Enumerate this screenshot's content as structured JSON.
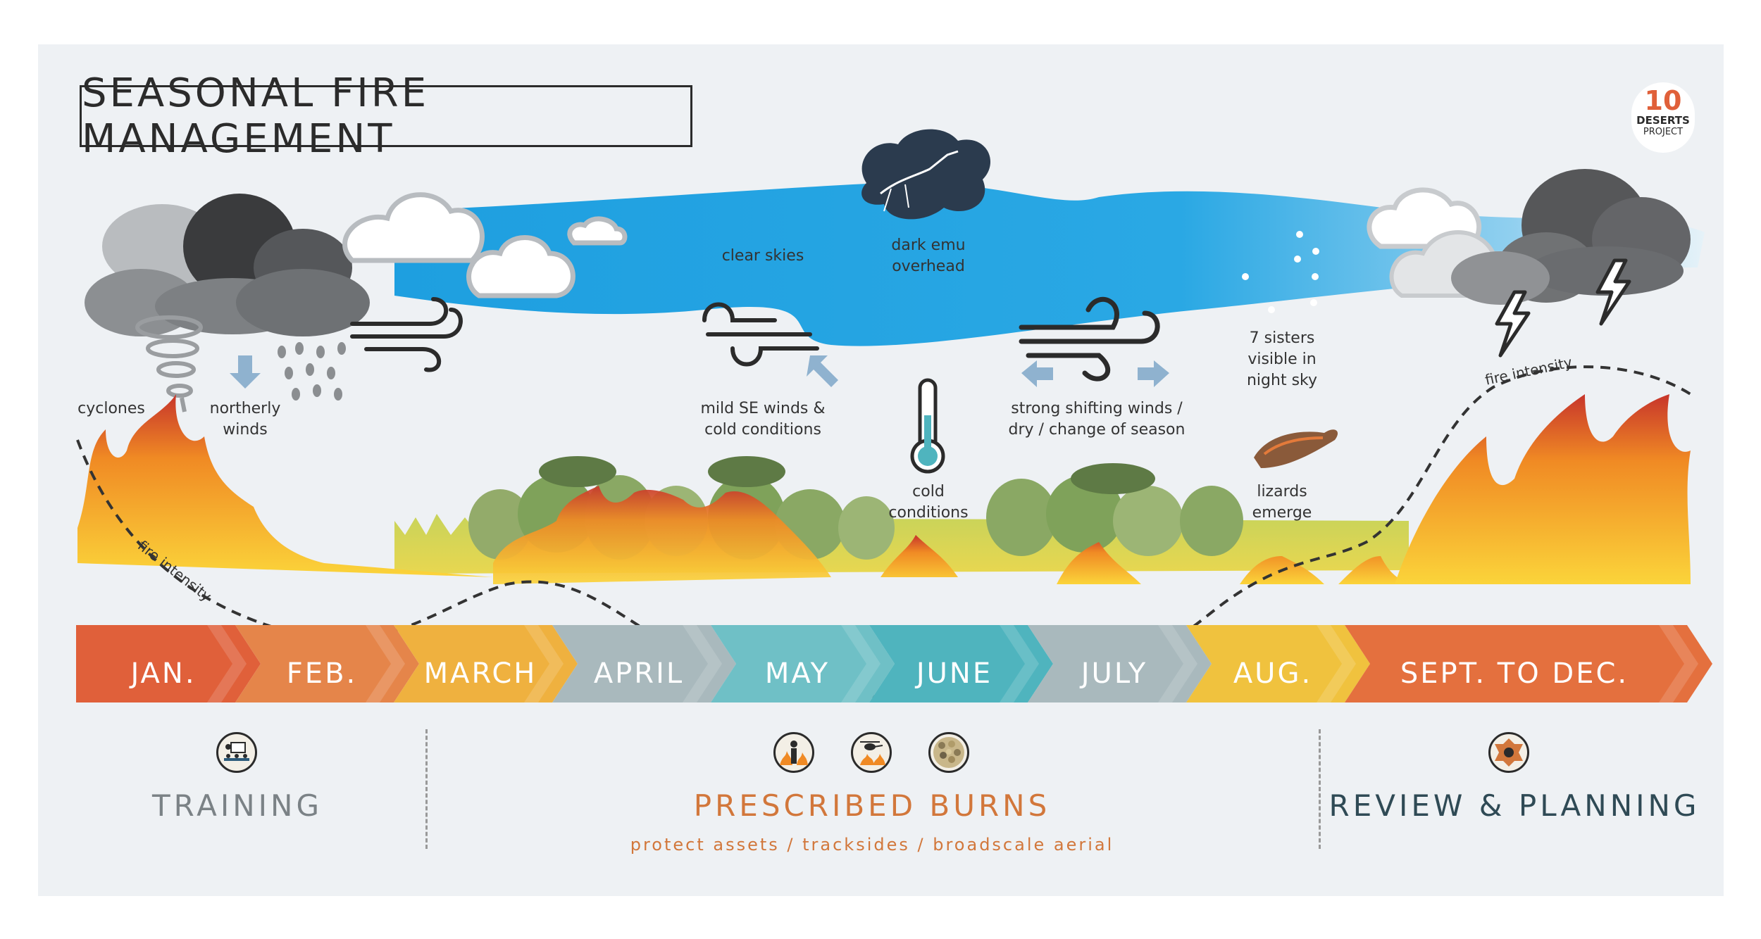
{
  "title": "SEASONAL FIRE MANAGEMENT",
  "logo": {
    "number": "10",
    "line1": "DESERTS",
    "line2": "PROJECT"
  },
  "labels": {
    "cyclones": "cyclones",
    "northerly_1": "northerly",
    "northerly_2": "winds",
    "clear_skies": "clear skies",
    "dark_emu_1": "dark emu",
    "dark_emu_2": "overhead",
    "mild_1": "mild SE winds &",
    "mild_2": "cold conditions",
    "cold_1": "cold",
    "cold_2": "conditions",
    "strong_1": "strong shifting winds /",
    "strong_2": "dry / change of season",
    "sisters_1": "7 sisters",
    "sisters_2": "visible in",
    "sisters_3": "night sky",
    "lizards_1": "lizards",
    "lizards_2": "emerge",
    "fire_intensity_left": "fire intensity",
    "fire_intensity_right": "fire intensity"
  },
  "months": [
    "JAN.",
    "FEB.",
    "MARCH",
    "APRIL",
    "MAY",
    "JUNE",
    "JULY",
    "AUG.",
    "SEPT.  TO  DEC."
  ],
  "month_colors": [
    "#e0603a",
    "#e5854a",
    "#efb13f",
    "#a9b9bd",
    "#6fc0c6",
    "#4fb4be",
    "#a9b9bd",
    "#f0c23e",
    "#e4703e"
  ],
  "sections": {
    "training": "TRAINING",
    "prescribed_burns": "PRESCRIBED BURNS",
    "prescribed_subtitle": "protect assets / tracksides / broadscale aerial",
    "review": "REVIEW & PLANNING"
  },
  "colors": {
    "training": "#7b8286",
    "prescribed": "#d2773b",
    "review": "#2f4a55",
    "sky": "#28a6e2",
    "flame_red": "#c7352b",
    "flame_orange": "#f08a24",
    "flame_yellow": "#fbd43a"
  },
  "icons": [
    "training-icon",
    "person-fire-icon",
    "helicopter-fire-icon",
    "burn-mosaic-icon",
    "review-planning-icon"
  ]
}
